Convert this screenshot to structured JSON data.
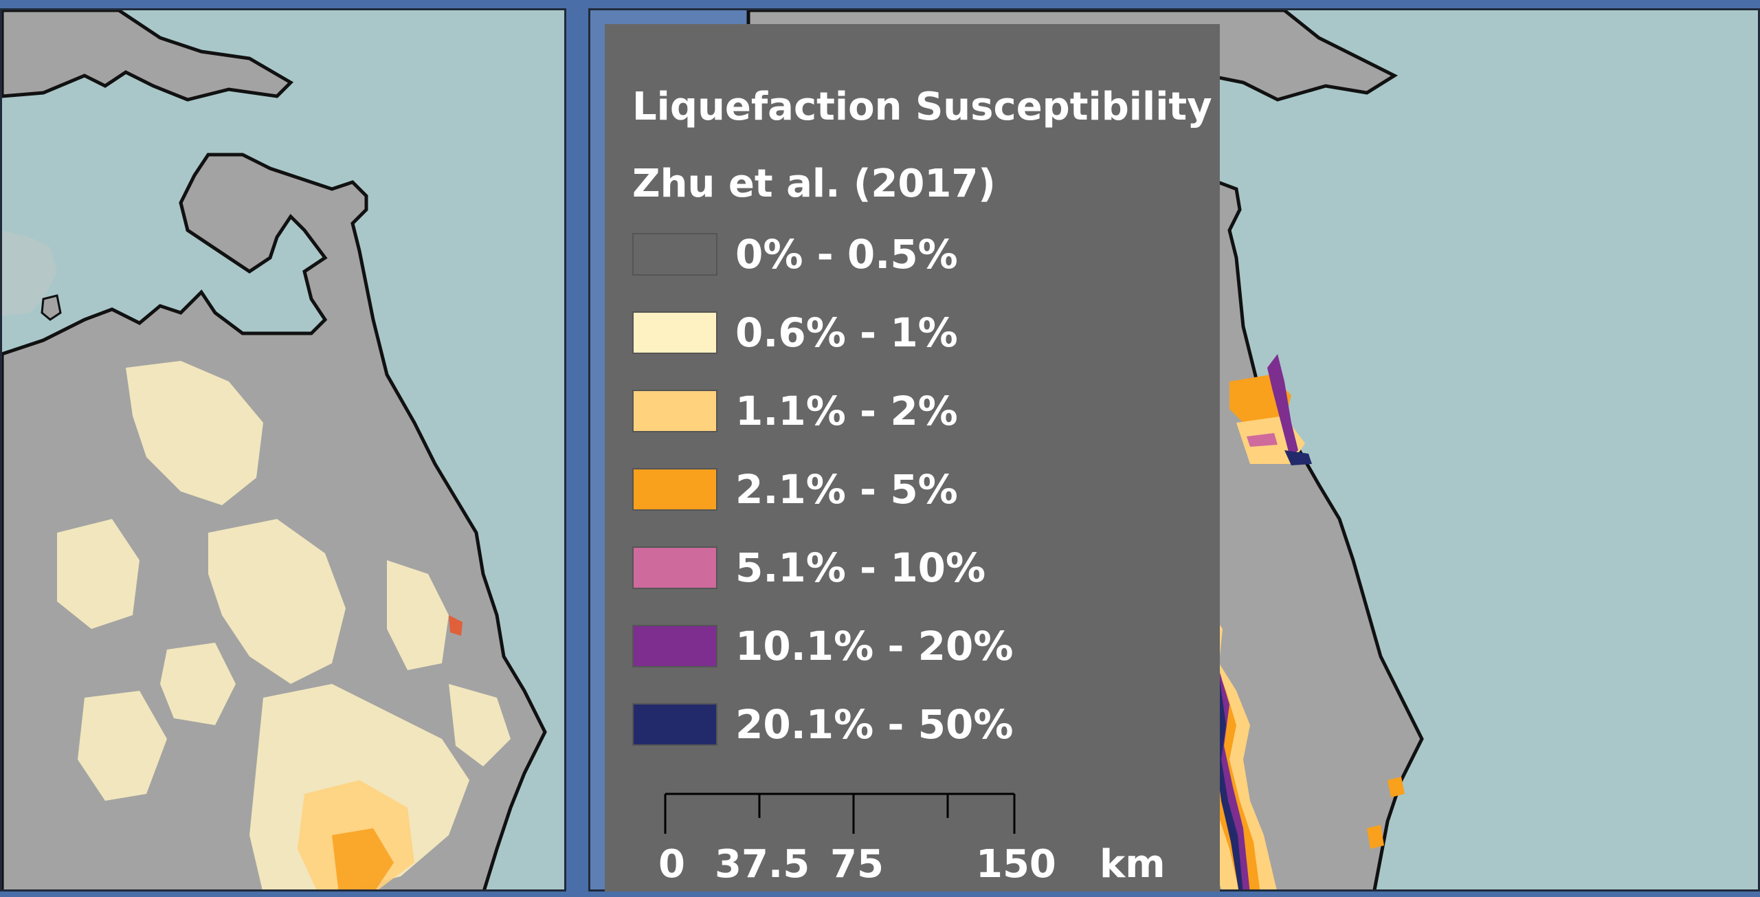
{
  "legend": {
    "title": "Liquefaction Susceptibility",
    "subtitle": "Zhu et al. (2017)",
    "items": [
      {
        "label": "0% - 0.5%",
        "color": "#676767"
      },
      {
        "label": "0.6% - 1%",
        "color": "#fff2c2"
      },
      {
        "label": "1.1% - 2%",
        "color": "#ffd27e"
      },
      {
        "label": "2.1% - 5%",
        "color": "#f9a01c"
      },
      {
        "label": "5.1% - 10%",
        "color": "#cf6a9c"
      },
      {
        "label": "10.1% - 20%",
        "color": "#7d2e8f"
      },
      {
        "label": "20.1% - 50%",
        "color": "#232a6b"
      }
    ]
  },
  "scalebar": {
    "labels": [
      "0",
      "37.5",
      "75",
      "150"
    ],
    "unit": "km"
  },
  "colors": {
    "ocean": "#a9c7c9",
    "land": "#a3a3a3",
    "coastline": "#111111",
    "background": "#4a6fa8"
  }
}
